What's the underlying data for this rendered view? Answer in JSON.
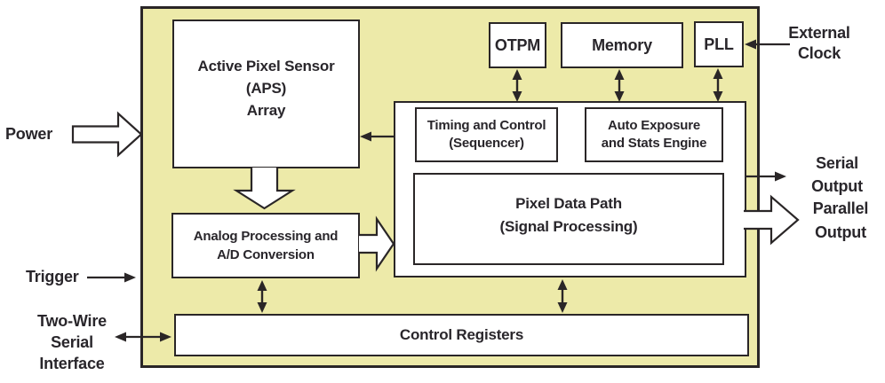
{
  "colors": {
    "chip_fill": "#edeaa9",
    "line": "#2a2627",
    "box_fill": "#ffffff",
    "text": "#29262b"
  },
  "blocks": {
    "aps": {
      "lines": [
        "Active Pixel Sensor",
        "(APS)",
        "Array"
      ]
    },
    "otpm": {
      "label": "OTPM"
    },
    "memory": {
      "label": "Memory"
    },
    "pll": {
      "label": "PLL"
    },
    "timing_control": {
      "lines": [
        "Timing and Control",
        "(Sequencer)"
      ]
    },
    "auto_exposure": {
      "lines": [
        "Auto Exposure",
        "and Stats Engine"
      ]
    },
    "pixel_data_path": {
      "lines": [
        "Pixel Data Path",
        "(Signal Processing)"
      ]
    },
    "analog_processing": {
      "lines": [
        "Analog Processing and",
        "A/D Conversion"
      ]
    },
    "control_registers": {
      "label": "Control Registers"
    }
  },
  "io_labels": {
    "power": "Power",
    "trigger": "Trigger",
    "two_wire_serial_interface": {
      "lines": [
        "Two-Wire",
        "Serial",
        "Interface"
      ]
    },
    "external_clock": {
      "lines": [
        "External",
        "Clock"
      ]
    },
    "serial_output": {
      "lines": [
        "Serial",
        "Output"
      ]
    },
    "parallel_output": {
      "lines": [
        "Parallel",
        "Output"
      ]
    }
  }
}
